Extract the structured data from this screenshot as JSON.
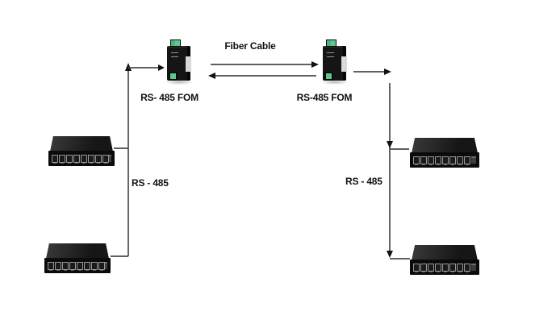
{
  "diagram": {
    "type": "network-topology"
  },
  "labels": {
    "fiber_cable": "Fiber Cable",
    "fom_left": "RS- 485 FOM",
    "fom_right": "RS-485 FOM",
    "bus_left": "RS - 485",
    "bus_right": "RS - 485"
  },
  "devices": {
    "fom_left": "rs485-fiber-optic-modem",
    "fom_right": "rs485-fiber-optic-modem",
    "switch_top_left": "8-port-ethernet-switch",
    "switch_bottom_left": "8-port-ethernet-switch",
    "switch_top_right": "8-port-ethernet-switch",
    "switch_bottom_right": "8-port-ethernet-switch",
    "switch_port_count": 8
  },
  "colors": {
    "background": "#ffffff",
    "line": "#4a4a4a",
    "arrowhead": "#111111",
    "label_text": "#111111",
    "device_body": "#151515",
    "connector_green": "#5cc791",
    "panel_light": "#d9d9d9",
    "port_outline": "#979797"
  }
}
